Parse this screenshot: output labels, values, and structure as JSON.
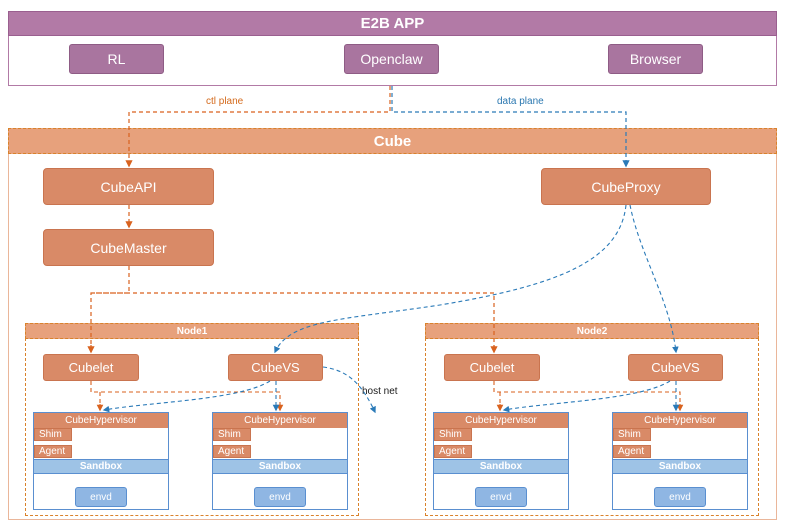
{
  "app": {
    "title": "E2B APP",
    "buttons": [
      "RL",
      "Openclaw",
      "Browser"
    ]
  },
  "edges": {
    "ctl_plane": "ctl plane",
    "data_plane": "data plane",
    "host_net": "host net"
  },
  "cube": {
    "title": "Cube",
    "cube_api": "CubeAPI",
    "cube_master": "CubeMaster",
    "cube_proxy": "CubeProxy"
  },
  "nodes": [
    {
      "title": "Node1",
      "cubelet": "Cubelet",
      "cubevs": "CubeVS",
      "sandboxes": [
        {
          "hypervisor": "CubeHypervisor",
          "shim": "Shim",
          "agent": "Agent",
          "sandbox": "Sandbox",
          "envd": "envd"
        },
        {
          "hypervisor": "CubeHypervisor",
          "shim": "Shim",
          "agent": "Agent",
          "sandbox": "Sandbox",
          "envd": "envd"
        }
      ]
    },
    {
      "title": "Node2",
      "cubelet": "Cubelet",
      "cubevs": "CubeVS",
      "sandboxes": [
        {
          "hypervisor": "CubeHypervisor",
          "shim": "Shim",
          "agent": "Agent",
          "sandbox": "Sandbox",
          "envd": "envd"
        },
        {
          "hypervisor": "CubeHypervisor",
          "shim": "Shim",
          "agent": "Agent",
          "sandbox": "Sandbox",
          "envd": "envd"
        }
      ]
    }
  ],
  "colors": {
    "ctl_line": "#d9621e",
    "data_line": "#2a7ab8",
    "app_purple": "#b27aa6",
    "cube_orange": "#d98a67",
    "sandbox_blue": "#9ec3e6"
  }
}
